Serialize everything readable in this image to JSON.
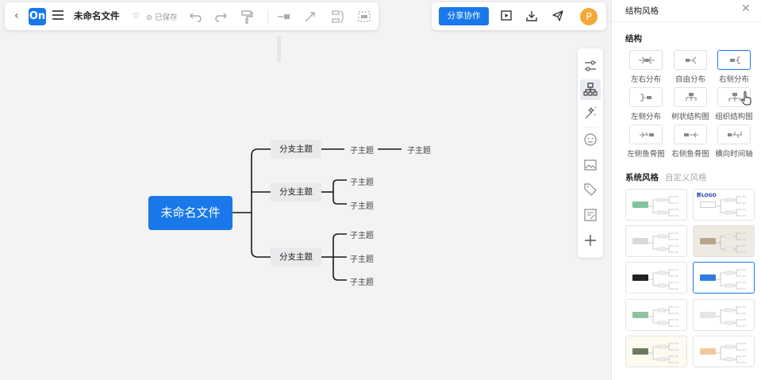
{
  "toolbar": {
    "back_icon": "chevron-left-icon",
    "logo": "On",
    "menu_icon": "hamburger-menu-icon",
    "title": "未命名文件",
    "star_icon": "star-outline-icon",
    "saved_status": "⊘ 已保存",
    "tools": [
      "undo-icon",
      "redo-icon",
      "format-painter-icon",
      "insert-subtopic-icon",
      "insert-relation-icon",
      "summary-icon",
      "boundary-icon"
    ]
  },
  "right_toolbar": {
    "share_label": "分享协作",
    "tools": [
      "present-play-icon",
      "download-icon",
      "send-icon"
    ],
    "avatar_letter": "P",
    "avatar_color": "#f5a83a"
  },
  "mindmap": {
    "root": "未命名文件",
    "branches": [
      {
        "label": "分支主题",
        "children": [
          "子主题"
        ],
        "grandchild": "子主题"
      },
      {
        "label": "分支主题",
        "children": [
          "子主题",
          "子主题"
        ]
      },
      {
        "label": "分支主题",
        "children": [
          "子主题",
          "子主题",
          "子主题"
        ]
      }
    ],
    "accent": "#1979ea"
  },
  "side_tools": [
    "settings-sliders-icon",
    "structure-icon",
    "magic-wand-icon",
    "emoji-icon",
    "image-icon",
    "tag-icon",
    "note-icon",
    "add-icon"
  ],
  "panel": {
    "title": "结构风格",
    "close_icon": "close-icon",
    "structure_title": "结构",
    "structures": [
      {
        "label": "左右分布"
      },
      {
        "label": "自由分布"
      },
      {
        "label": "右侧分布",
        "selected": true
      },
      {
        "label": "左侧分布"
      },
      {
        "label": "树状结构图"
      },
      {
        "label": "组织结构图"
      },
      {
        "label": "左侧鱼骨图"
      },
      {
        "label": "右侧鱼骨图"
      },
      {
        "label": "横向时间轴"
      }
    ],
    "tab_system": "系统风格",
    "tab_custom": "自定义风格",
    "styles": [
      {
        "node_color": "#7fc49a",
        "bg": "#ffffff"
      },
      {
        "node_color": "#ffffff",
        "bg": "#ffffff",
        "badge": "新LOGO"
      },
      {
        "node_color": "#d9d9d9",
        "bg": "#ffffff"
      },
      {
        "node_color": "#b8a58c",
        "bg": "#eeeae2"
      },
      {
        "node_color": "#222222",
        "bg": "#ffffff"
      },
      {
        "node_color": "#2f7de1",
        "bg": "#ffffff",
        "selected": true
      },
      {
        "node_color": "#8fc3a0",
        "bg": "#ffffff"
      },
      {
        "node_color": "#e5e5e5",
        "bg": "#ffffff"
      },
      {
        "node_color": "#6d7a5f",
        "bg": "#fdfbf0"
      },
      {
        "node_color": "#f2c89a",
        "bg": "#ffffff"
      }
    ]
  }
}
